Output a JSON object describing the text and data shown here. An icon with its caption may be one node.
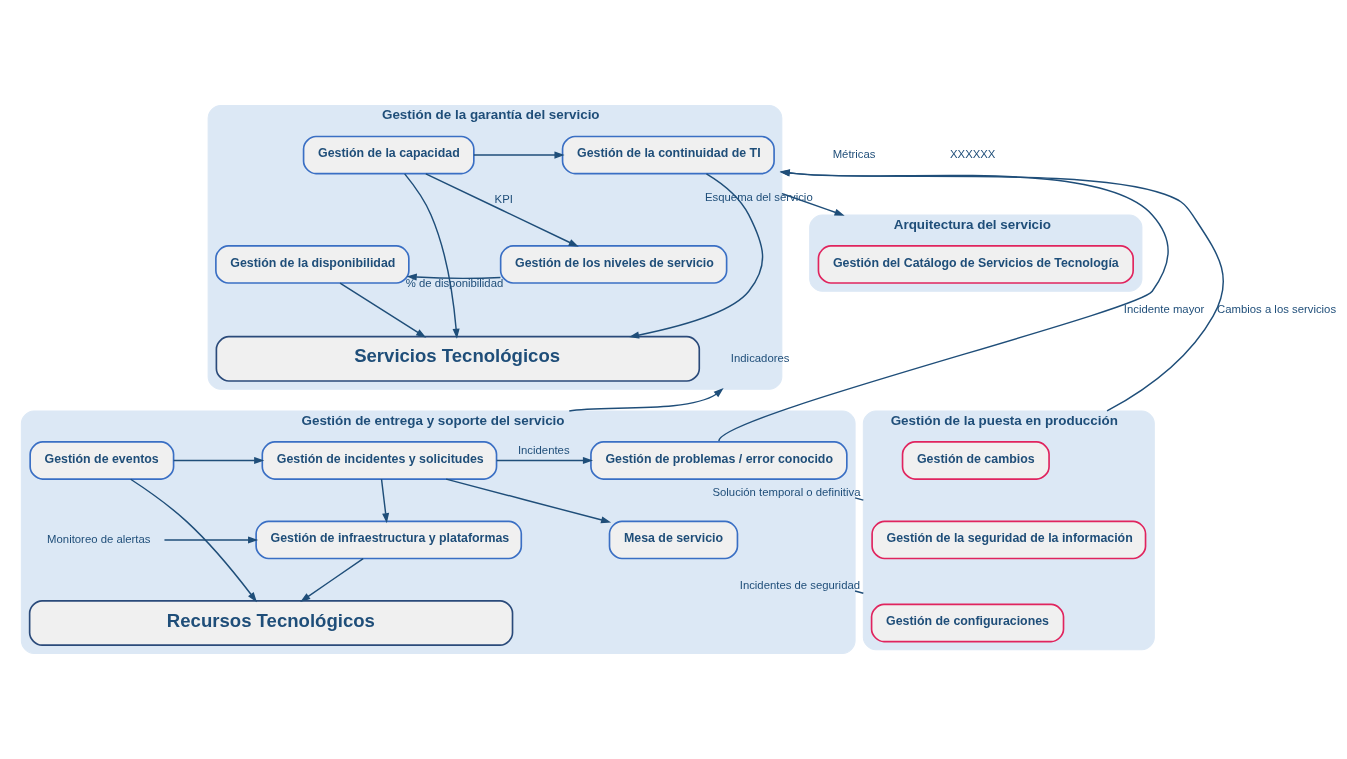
{
  "diagram": {
    "nodes": [
      {
        "text": [
          "Gestión de la garantía del servicio"
        ]
      },
      {
        "text": [
          "Servicios Tecnológicos"
        ],
        "in": 0
      },
      {
        "text": [
          "Gestión de la capacidad"
        ],
        "in": 0
      },
      {
        "text": [
          "Gestión de la continuidad de TI"
        ],
        "in": 0
      },
      {
        "text": [
          "Gestión de la disponibilidad"
        ],
        "in": 0
      },
      {
        "text": [
          "Gestión de los niveles de servicio"
        ],
        "in": 0
      },
      {
        "text": [
          "Arquitectura del servicio"
        ]
      },
      {
        "text": [
          "Gestión del Catálogo de Servicios de Tecnología"
        ],
        "in": 6
      },
      {
        "text": [
          "Gestión de entrega y soporte del servicio"
        ]
      },
      {
        "text": [
          "Gestión de eventos"
        ],
        "in": 8
      },
      {
        "text": [
          "Gestión de incidentes y solicitudes"
        ],
        "in": 8
      },
      {
        "text": [
          "Gestión de problemas / error conocido"
        ],
        "in": 8
      },
      {
        "text": [
          "Monitoreo de alertas"
        ],
        "in": 8
      },
      {
        "text": [
          "Gestión de infraestructura y plataformas"
        ],
        "in": 8
      },
      {
        "text": [
          "Mesa de servicio"
        ],
        "in": 8
      },
      {
        "text": [
          "Recursos Tecnológicos"
        ],
        "in": 8
      },
      {
        "text": [
          "Gestión de la puesta en producción"
        ]
      },
      {
        "text": [
          "Gestión de cambios"
        ],
        "in": 16
      },
      {
        "text": [
          "Gestión de la seguridad de la información"
        ],
        "in": 16
      },
      {
        "text": [
          "Gestión de configuraciones"
        ],
        "in": 16
      }
    ],
    "edges": [
      {
        "from": 4,
        "to": 1,
        "arrow": "to"
      },
      {
        "from": 2,
        "to": 1,
        "arrow": "to"
      },
      {
        "from": 3,
        "to": 1,
        "arrow": "to"
      },
      {
        "from": 2,
        "to": 3,
        "arrow": "to"
      },
      {
        "from": 2,
        "to": 5,
        "label": "KPI",
        "arrow": "to"
      },
      {
        "from": 5,
        "to": 4,
        "label": "% de disponibilidad",
        "arrow": "to"
      },
      {
        "from": 8,
        "to": 0,
        "label": "Indicadores",
        "arrow": "to"
      },
      {
        "from": 11,
        "to": 0,
        "label": "Incidente mayor",
        "arrow": "to"
      },
      {
        "from": 0,
        "to": 6,
        "label": "Esquema del servicio",
        "arrow": "to"
      },
      {
        "from": 16,
        "to": 0,
        "label": "Cambios a los servicios",
        "arrow": "to"
      },
      {
        "from": 8,
        "to": 16,
        "label": "Solución temporal o definitiva",
        "arrow": "none"
      },
      {
        "from": 8,
        "to": 16,
        "label": "Incidentes de seguridad",
        "arrow": "none"
      },
      {
        "from": 9,
        "to": 10,
        "arrow": "to"
      },
      {
        "from": 10,
        "to": 11,
        "label": "Incidentes",
        "arrow": "to"
      },
      {
        "from": 10,
        "to": 13,
        "arrow": "to"
      },
      {
        "from": 10,
        "to": 14,
        "arrow": "to"
      },
      {
        "from": 12,
        "to": 13,
        "arrow": "to"
      },
      {
        "from": 13,
        "to": 15,
        "arrow": "to"
      },
      {
        "from": 9,
        "to": 15,
        "arrow": "to"
      }
    ],
    "labels": [
      "Métricas",
      "XXXXXX"
    ]
  }
}
